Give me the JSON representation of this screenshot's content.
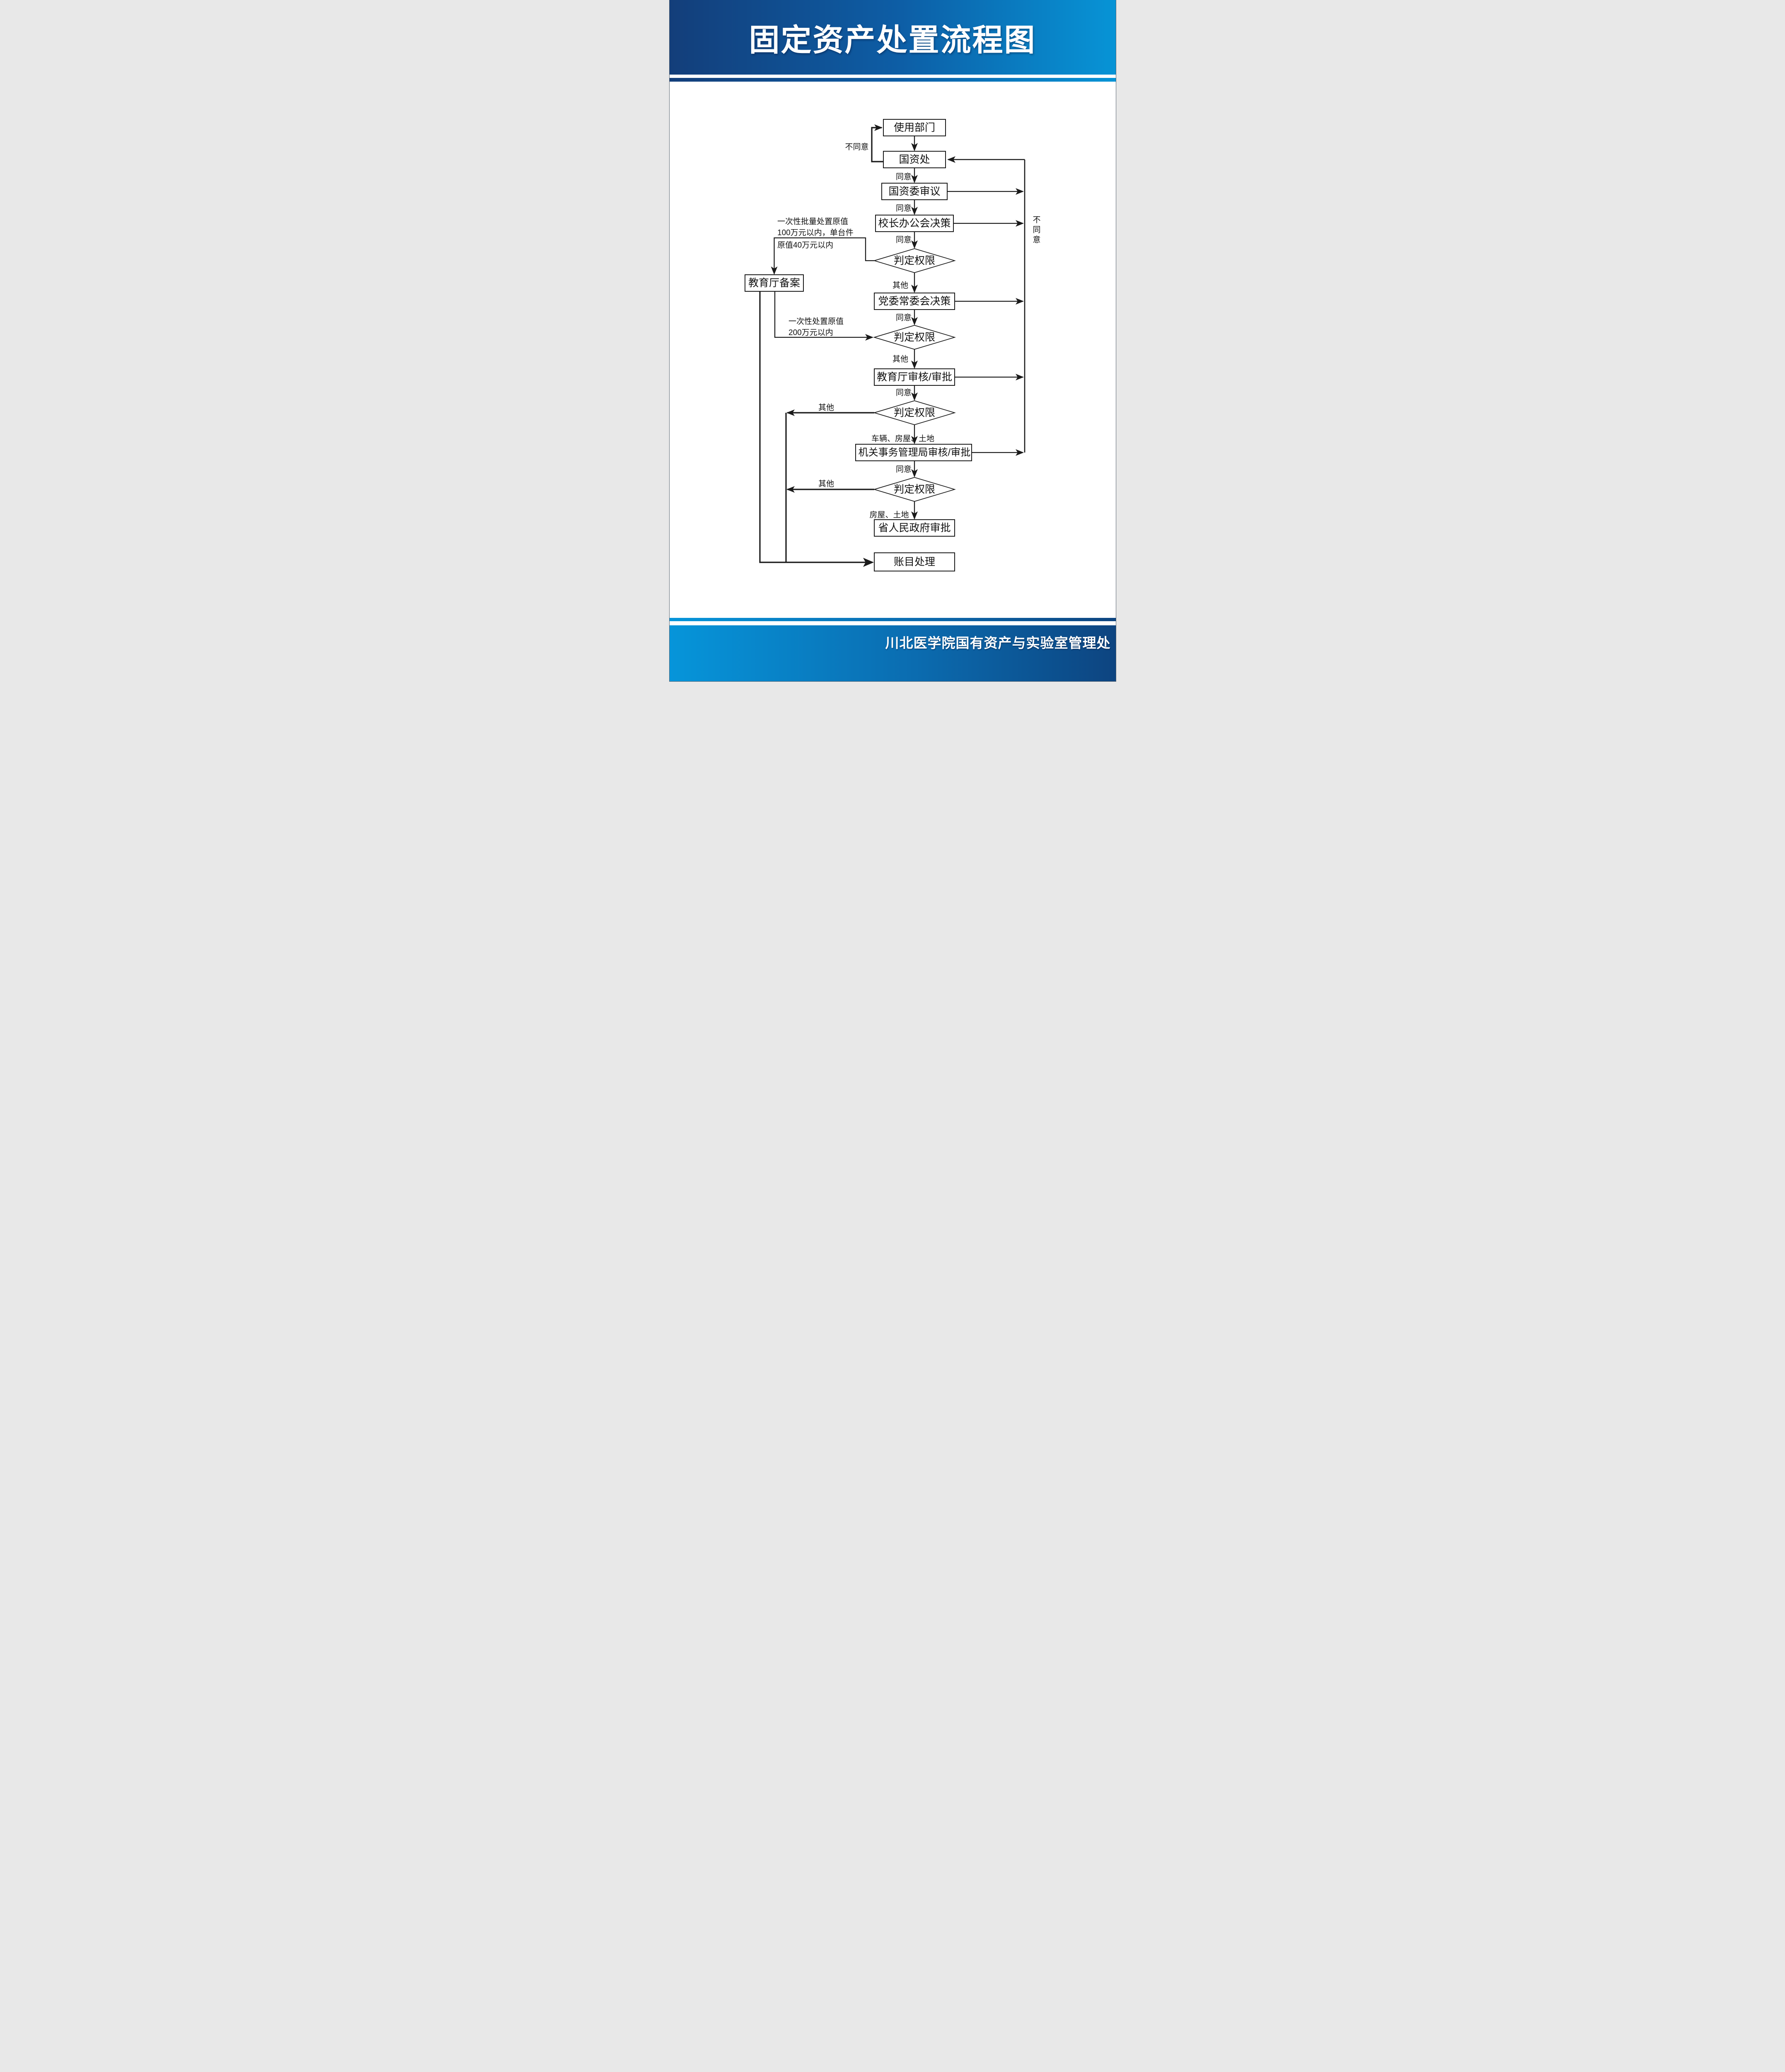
{
  "title": "固定资产处置流程图",
  "footer": {
    "org": "川北医学院国有资产与实验室管理处"
  },
  "nodes": {
    "use_dept": "使用部门",
    "state_assets_office": "国资处",
    "sasac_review": "国资委审议",
    "president_meeting": "校长办公会决策",
    "judge": "判定权限",
    "party_committee": "党委常委会决策",
    "edu_dept_review": "教育厅审核/审批",
    "admin_bureau_review": "机关事务管理局审核/审批",
    "provincial_gov": "省人民政府审批",
    "account_handling": "账目处理",
    "edu_dept_filing": "教育厅备案"
  },
  "labels": {
    "agree": "同意",
    "other": "其他",
    "disagree": "不同意",
    "disagree_chars": [
      "不",
      "同",
      "意"
    ],
    "vehicles_houses_land": "车辆、房屋、土地",
    "houses_land": "房屋、土地",
    "batch_line1": "一次性批量处置原值",
    "batch_line2": "100万元以内，单台件",
    "batch_line3": "原值40万元以内",
    "once_line1": "一次性处置原值",
    "once_line2": "200万元以内"
  },
  "colors": {
    "header_gradient_left": "#133e7a",
    "header_gradient_right": "#0794d6",
    "footer_gradient_left": "#0695da",
    "footer_gradient_right": "#0d4480",
    "line_black": "#1a1a1a",
    "text_white": "#ffffff"
  }
}
